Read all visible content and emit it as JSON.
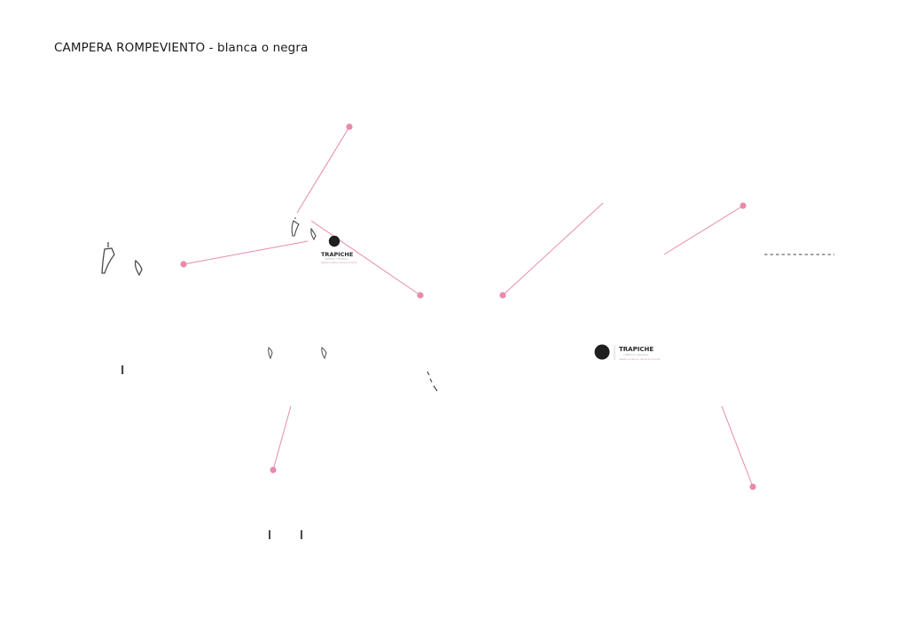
{
  "title": "CAMPERA ROMPEVIENTO - blanca o negra",
  "brand": {
    "name": "TRAPICHE",
    "sub": "VIÑEDOS Y BODEGA",
    "tagline": "desde la tierra, hacia el mundo"
  },
  "colors": {
    "callout": "#e98aae",
    "ink": "#4a4a4a",
    "logo_disc": "#1f1f1f"
  }
}
